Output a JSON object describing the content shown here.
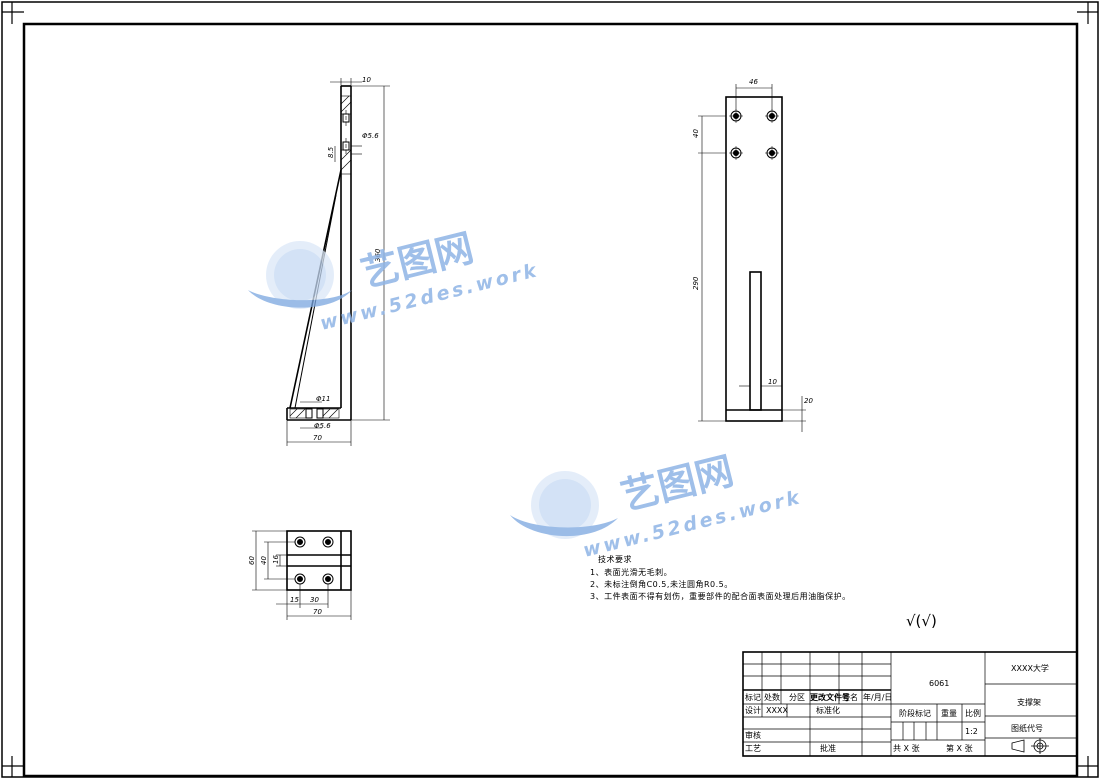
{
  "views": {
    "side": {
      "dims": [
        "10",
        "Φ5.6",
        "8.5",
        "360",
        "Φ11",
        "Φ5.6",
        "70"
      ]
    },
    "front": {
      "dims": [
        "46",
        "40",
        "290",
        "10",
        "20"
      ]
    },
    "top": {
      "dims": [
        "60",
        "40",
        "16",
        "15",
        "30",
        "70"
      ]
    }
  },
  "tech_requirements": {
    "title": "技术要求",
    "items": [
      "1、表面光滑无毛刺。",
      "2、未标注倒角C0.5,未注圆角R0.5。",
      "3、工件表面不得有划伤，重要部件的配合面表面处理后用油脂保护。"
    ]
  },
  "surface_symbol": "√(√)",
  "title_block": {
    "material": "6061",
    "school": "XXXX大学",
    "part_name": "支撑架",
    "drawing_code_label": "图纸代号",
    "header_labels": [
      "标记",
      "处数",
      "分区",
      "更改文件号",
      "签名",
      "年/月/日"
    ],
    "design_label": "设计",
    "designer": "XXXX",
    "standardize_label": "标准化",
    "review_label": "审核",
    "process_label": "工艺",
    "approve_label": "批准",
    "stage_label": "阶段标记",
    "weight_label": "重量",
    "scale_label": "比例",
    "scale_value": "1:2",
    "sheets_total": "共 X 张",
    "sheet_no": "第 X 张"
  },
  "watermark": {
    "brand": "艺图网",
    "url": "www.52des.work"
  }
}
